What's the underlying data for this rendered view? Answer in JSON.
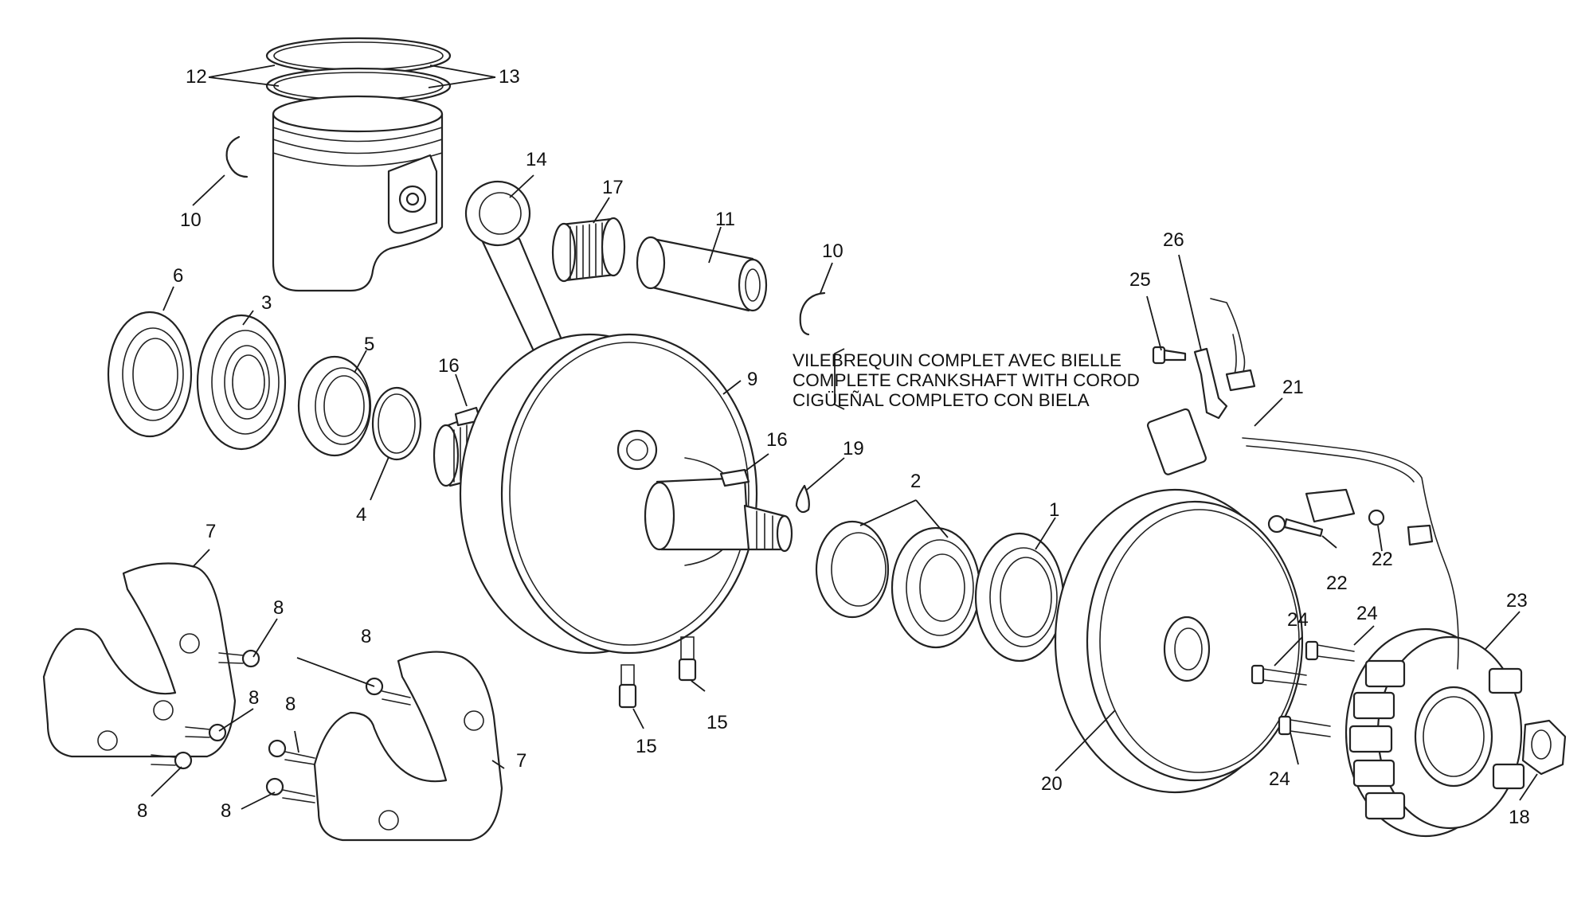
{
  "diagram": {
    "note_lines": [
      "VILEBREQUIN COMPLET AVEC BIELLE",
      "COMPLETE CRANKSHAFT WITH COROD",
      "CIGÜEÑAL COMPLETO CON BIELA"
    ],
    "callouts": {
      "c1": "1",
      "c2": "2",
      "c3": "3",
      "c4": "4",
      "c5": "5",
      "c6": "6",
      "c7a": "7",
      "c7b": "7",
      "c8a": "8",
      "c8b": "8",
      "c8c": "8",
      "c8d": "8",
      "c8e": "8",
      "c8f": "8",
      "c9": "9",
      "c10a": "10",
      "c10b": "10",
      "c11": "11",
      "c12": "12",
      "c13": "13",
      "c14": "14",
      "c15a": "15",
      "c15b": "15",
      "c16a": "16",
      "c16b": "16",
      "c17": "17",
      "c18": "18",
      "c19": "19",
      "c20": "20",
      "c21": "21",
      "c22a": "22",
      "c22b": "22",
      "c23": "23",
      "c24a": "24",
      "c24b": "24",
      "c24c": "24",
      "c25": "25",
      "c26": "26"
    }
  }
}
